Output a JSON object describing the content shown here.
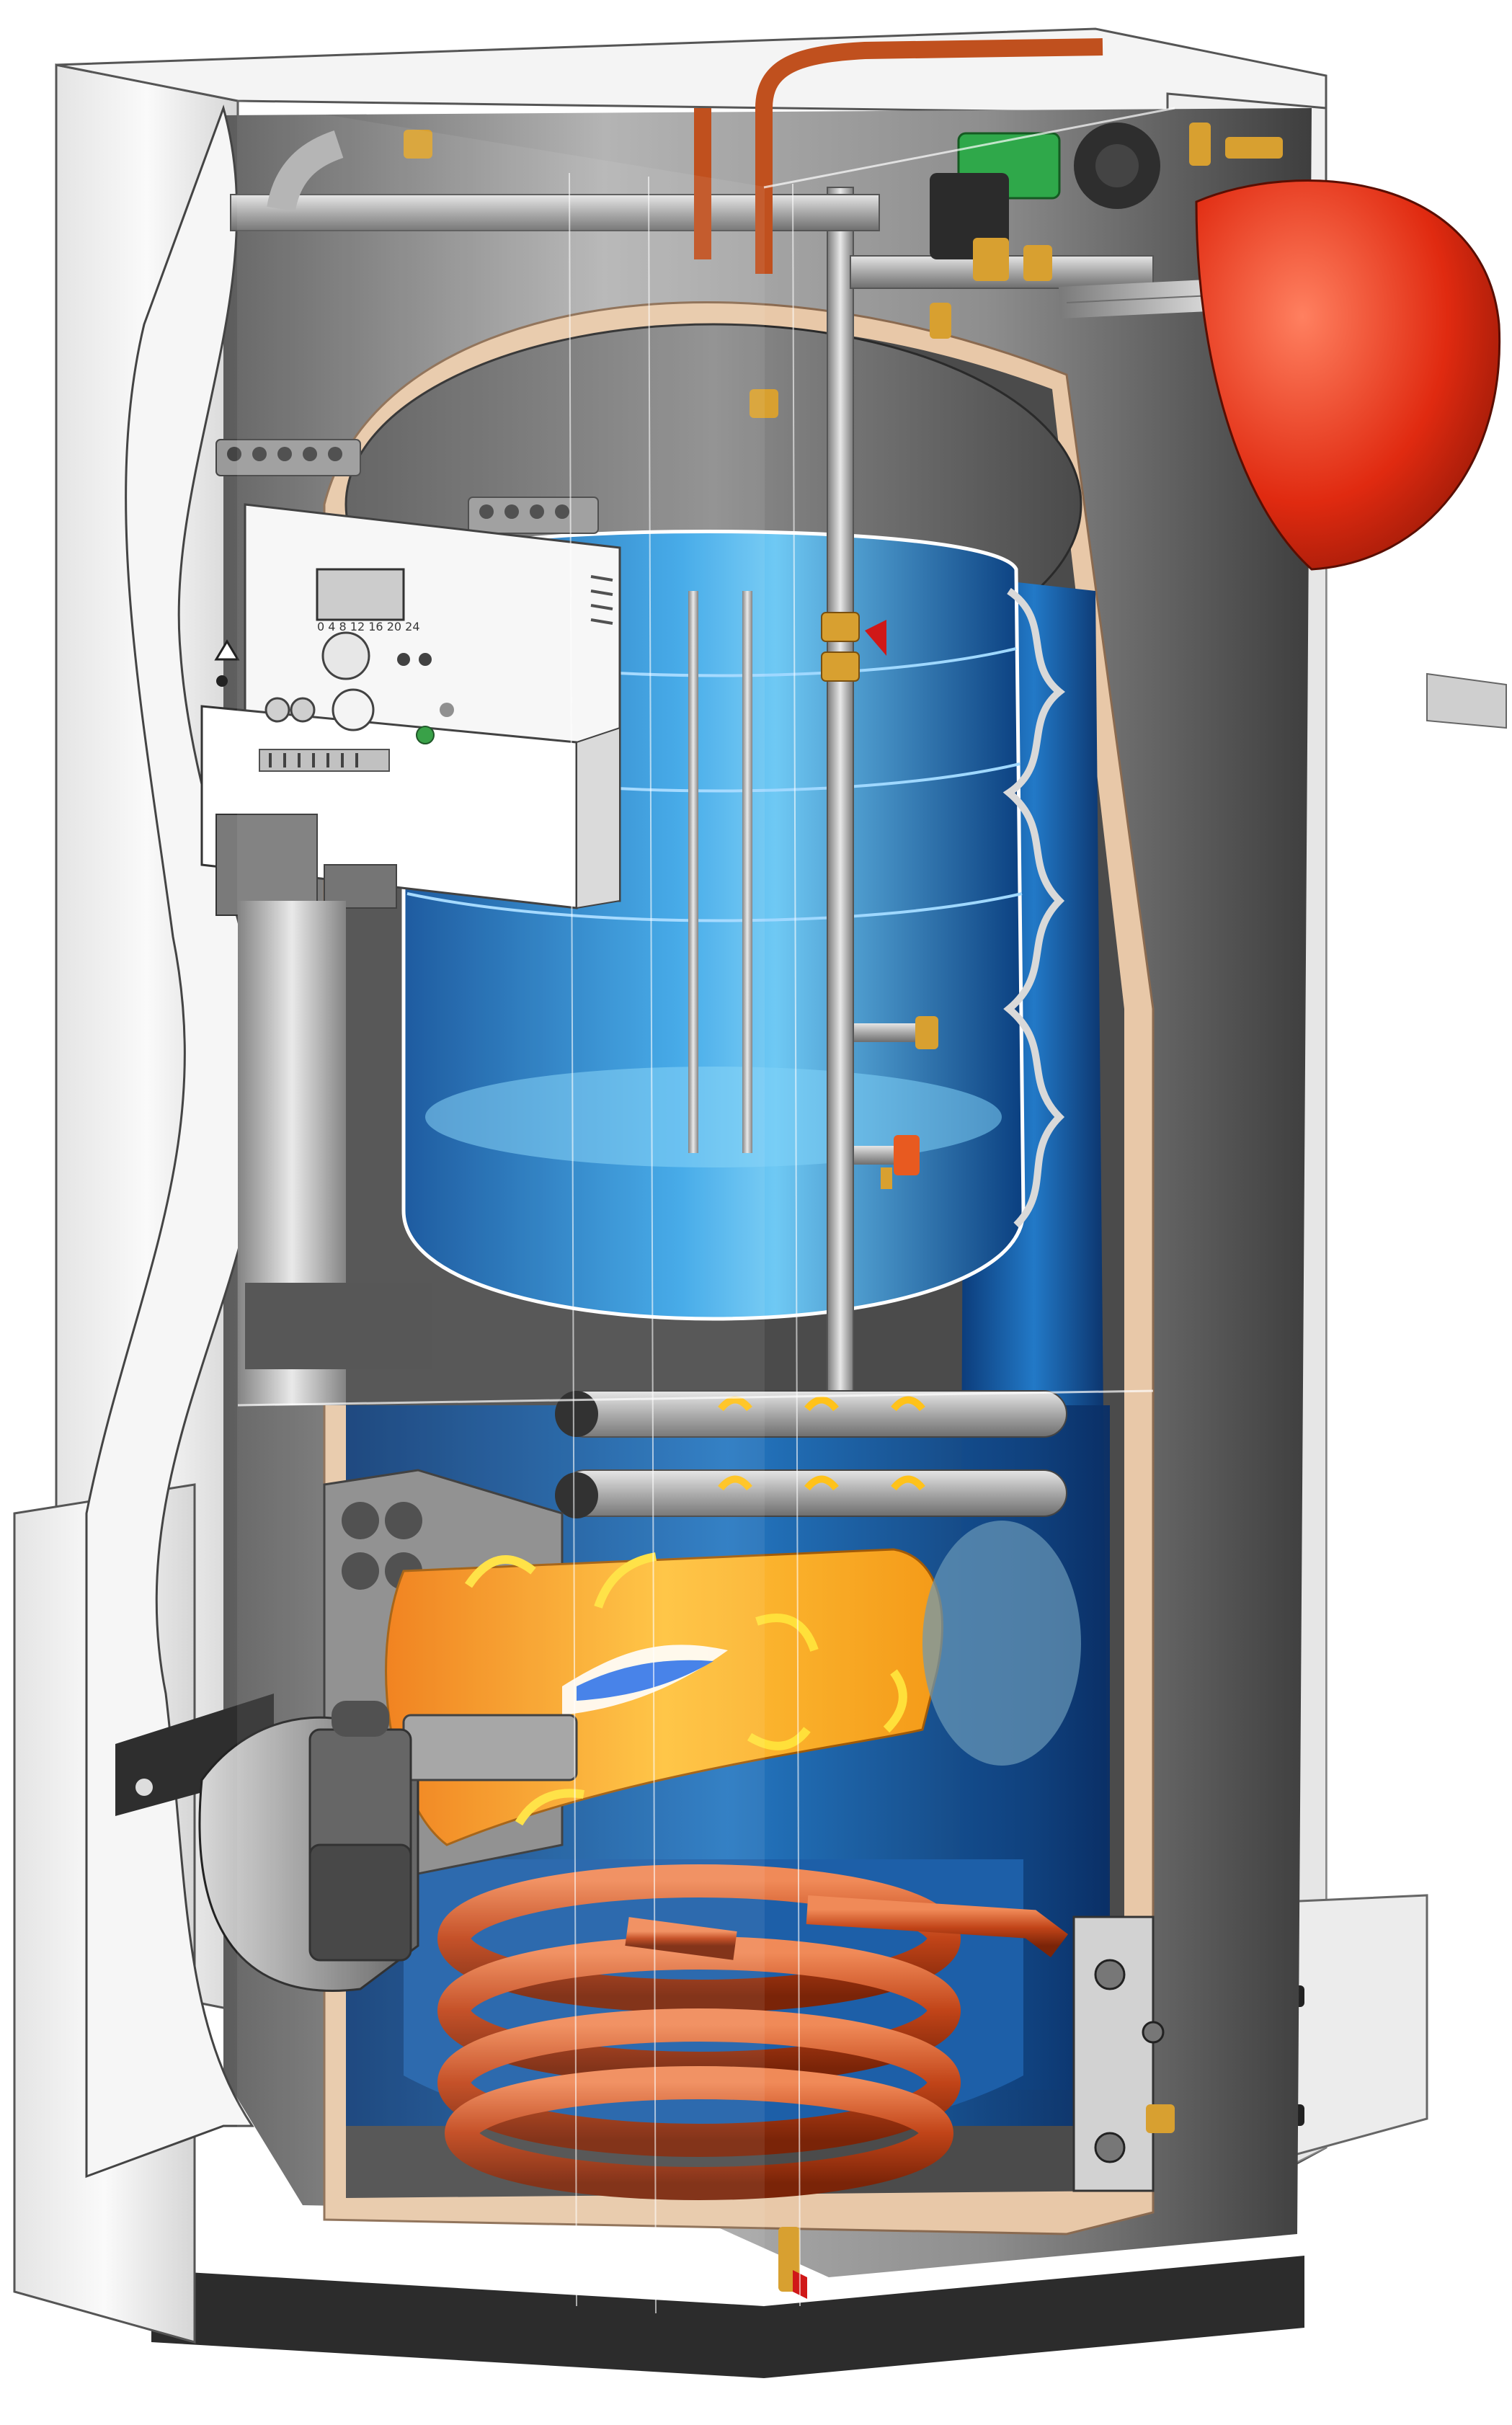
{
  "figure": {
    "kind": "cutaway-illustration",
    "subject": "oil boiler with integrated hot water tank",
    "colors": {
      "casing": "#f2f2f2",
      "casing_shadow": "#cfcfcf",
      "interior": "#8a8a8a",
      "tank_water": "#1f7fd0",
      "tank_water_light": "#6fc3f0",
      "insulation": "#e8c8a8",
      "expansion_vessel": "#e23a1a",
      "burner_housing": "#9a9a9a",
      "combustion_chamber": "#f7a21c",
      "coil": "#c24a22",
      "pipe": "#b8b8b8",
      "brass": "#d8a030",
      "pump": "#2fa84a"
    }
  },
  "control_panel": {
    "scale_labels": "0 4 8 12 16 20 24",
    "icons": [
      "pressure-gauge-icon",
      "power-button-icon",
      "mode-icon"
    ]
  }
}
